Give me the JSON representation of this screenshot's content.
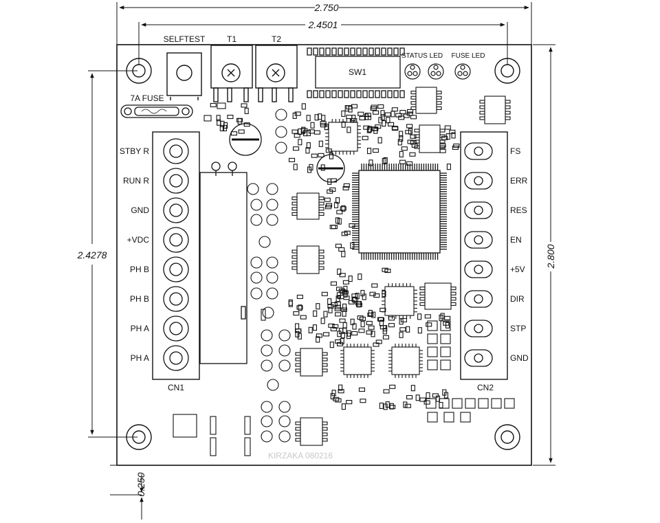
{
  "dimensions": {
    "width_overall": "2.750",
    "hole_spacing_x": "2.4501",
    "hole_spacing_y": "2.4278",
    "height_overall": "2.800",
    "bottom_offset": "0.250"
  },
  "labels": {
    "selftest": "SELFTEST",
    "t1": "T1",
    "t2": "T2",
    "sw1": "SW1",
    "status_led": "STATUS LED",
    "fuse_led": "FUSE LED",
    "fuse": "7A FUSE",
    "cn1": "CN1",
    "cn2": "CN2",
    "watermark": "KIRZAKA 080216"
  },
  "cn1_pins": [
    "STBY R",
    "RUN R",
    "GND",
    "+VDC",
    "PH B",
    "PH B",
    "PH A",
    "PH A"
  ],
  "cn2_pins": [
    "FS",
    "ERR",
    "RES",
    "EN",
    "+5V",
    "DIR",
    "STP",
    "GND"
  ],
  "colors": {
    "ink": "#111111",
    "watermark": "#c8c8c8",
    "background": "#ffffff"
  }
}
